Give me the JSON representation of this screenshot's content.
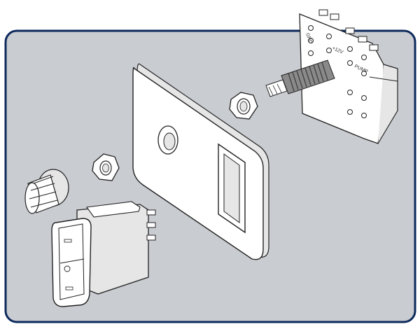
{
  "colors": {
    "panel_fill": "#c9ccd1",
    "panel_border": "#0d2a5c",
    "part_fill": "#ffffff",
    "part_shade": "#e6e6e6",
    "line": "#222222",
    "thread": "#555555"
  },
  "labels": {
    "gnd": "GND",
    "plus12v": "+12V",
    "pump": "PUMP"
  }
}
